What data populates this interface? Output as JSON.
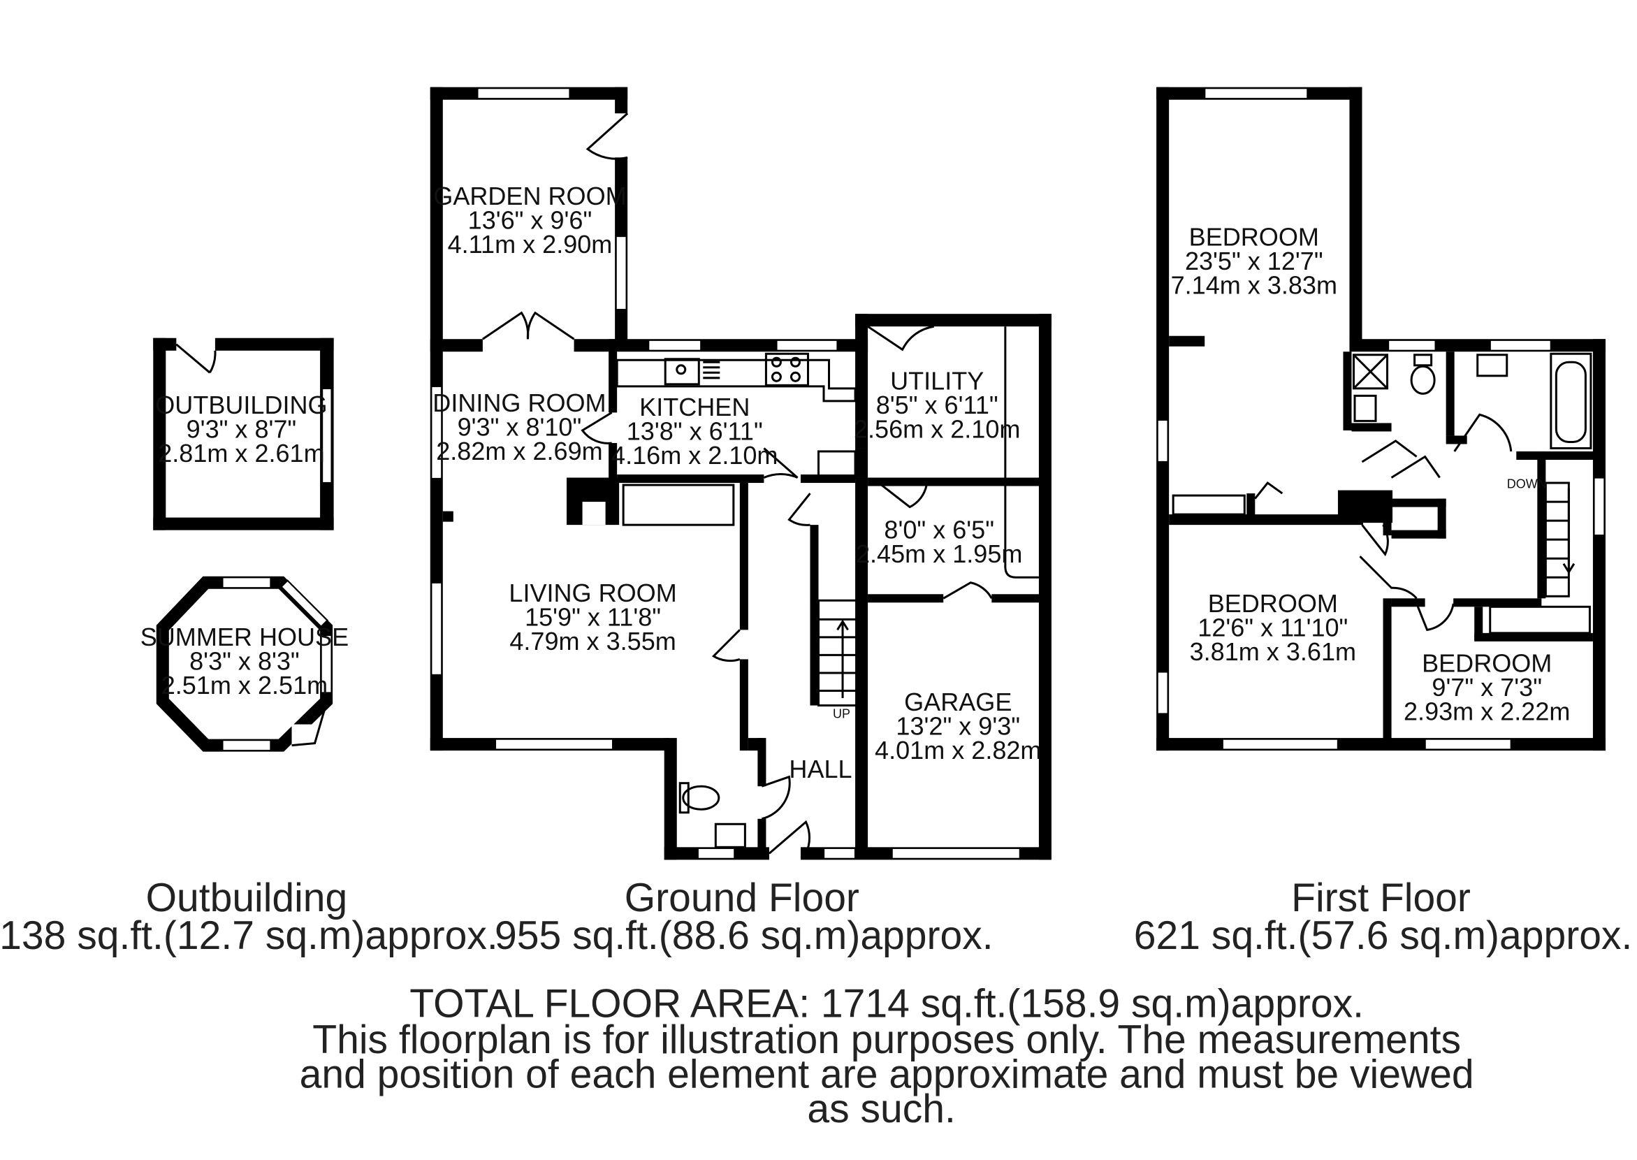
{
  "rooms": {
    "garden_room": [
      "GARDEN ROOM",
      "13'6\" x 9'6\"",
      "4.11m x 2.90m"
    ],
    "dining_room": [
      "DINING ROOM",
      "9'3\" x 8'10\"",
      "2.82m x 2.69m"
    ],
    "kitchen": [
      "KITCHEN",
      "13'8\" x 6'11\"",
      "4.16m x 2.10m"
    ],
    "utility": [
      "UTILITY",
      "8'5\" x 6'11\"",
      "2.56m x 2.10m"
    ],
    "store": [
      "8'0\" x 6'5\"",
      "2.45m x 1.95m"
    ],
    "living_room": [
      "LIVING ROOM",
      "15'9\" x 11'8\"",
      "4.79m x 3.55m"
    ],
    "garage": [
      "GARAGE",
      "13'2\" x 9'3\"",
      "4.01m x 2.82m"
    ],
    "hall": [
      "HALL"
    ],
    "outbuilding": [
      "OUTBUILDING",
      "9'3\" x 8'7\"",
      "2.81m x 2.61m"
    ],
    "summer_house": [
      "SUMMER HOUSE",
      "8'3\" x 8'3\"",
      "2.51m x 2.51m"
    ],
    "bedroom_1": [
      "BEDROOM",
      "23'5\" x 12'7\"",
      "7.14m x 3.83m"
    ],
    "bedroom_2": [
      "BEDROOM",
      "12'6\" x 11'10\"",
      "3.81m x 3.61m"
    ],
    "bedroom_3": [
      "BEDROOM",
      "9'7\" x 7'3\"",
      "2.93m x 2.22m"
    ]
  },
  "stairs": {
    "up": "UP",
    "down": "DOWN"
  },
  "floors": {
    "outbuilding": {
      "title": "Outbuilding",
      "area": "138 sq.ft.(12.7 sq.m)approx."
    },
    "ground": {
      "title": "Ground Floor",
      "area": "955 sq.ft.(88.6 sq.m)approx."
    },
    "first": {
      "title": "First Floor",
      "area": "621 sq.ft.(57.6 sq.m)approx."
    }
  },
  "footer": {
    "total": "TOTAL FLOOR AREA: 1714 sq.ft.(158.9 sq.m)approx.",
    "line1": "This floorplan is for illustration purposes only. The measurements",
    "line2": "and position of each element are approximate and must be viewed",
    "line3": "as such."
  },
  "colors": {
    "wall": "#000000",
    "background": "#ffffff",
    "text": "#111111"
  }
}
